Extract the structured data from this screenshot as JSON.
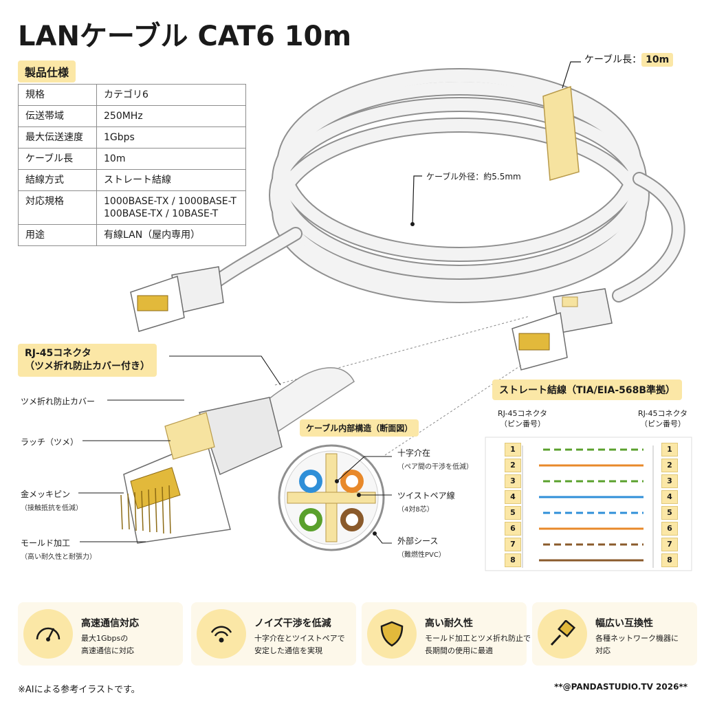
{
  "title": "LANケーブル CAT6 10m",
  "spec": {
    "heading": "製品仕様",
    "rows": [
      {
        "key": "規格",
        "value": "カテゴリ6"
      },
      {
        "key": "伝送帯域",
        "value": "250MHz"
      },
      {
        "key": "最大伝送速度",
        "value": "1Gbps"
      },
      {
        "key": "ケーブル長",
        "value": "10m"
      },
      {
        "key": "結線方式",
        "value": "ストレート結線"
      },
      {
        "key": "対応規格",
        "value": "1000BASE-TX / 1000BASE-T",
        "value2": "100BASE-TX / 10BASE-T"
      },
      {
        "key": "用途",
        "value": "有線LAN（屋内専用）"
      }
    ]
  },
  "cable": {
    "length_label": "ケーブル長：",
    "length_value": "10m",
    "diameter_label": "ケーブル外径：約5.5mm"
  },
  "connector": {
    "heading_line1": "RJ-45コネクタ",
    "heading_line2": "（ツメ折れ防止カバー付き）",
    "callouts": [
      {
        "title": "ツメ折れ防止カバー",
        "sub": ""
      },
      {
        "title": "ラッチ（ツメ）",
        "sub": ""
      },
      {
        "title": "金メッキピン",
        "sub": "（接触抵抗を低減）"
      },
      {
        "title": "モールド加工",
        "sub": "（高い耐久性と耐張力）"
      }
    ]
  },
  "cross_section": {
    "heading": "ケーブル内部構造（断面図）",
    "callouts": [
      {
        "title": "十字介在",
        "sub": "（ペア間の干渉を低減）"
      },
      {
        "title": "ツイストペア線",
        "sub": "（4対8芯）"
      },
      {
        "title": "外部シース",
        "sub": "（難燃性PVC）"
      }
    ]
  },
  "wiring": {
    "heading": "ストレート結線（TIA/EIA-568B準拠）",
    "left_head": [
      "RJ-45コネクタ",
      "（ピン番号）"
    ],
    "right_head": [
      "RJ-45コネクタ",
      "（ピン番号）"
    ],
    "pins": [
      "1",
      "2",
      "3",
      "4",
      "5",
      "6",
      "7",
      "8"
    ],
    "wire_colors": [
      "#5aa02c",
      "#e8892a",
      "#5aa02c",
      "#2f8fd8",
      "#2f8fd8",
      "#e8892a",
      "#8a5a2b",
      "#8a5a2b"
    ],
    "wire_striped": [
      true,
      false,
      true,
      false,
      true,
      false,
      true,
      false
    ]
  },
  "features": [
    {
      "icon": "speedometer-icon",
      "title": "高速通信対応",
      "desc1": "最大1Gbpsの",
      "desc2": "高速通信に対応"
    },
    {
      "icon": "signal-wave-icon",
      "title": "ノイズ干渉を低減",
      "desc1": "十字介在とツイストペアで",
      "desc2": "安定した通信を実現"
    },
    {
      "icon": "shield-icon",
      "title": "高い耐久性",
      "desc1": "モールド加工とツメ折れ防止で",
      "desc2": "長期間の使用に最適"
    },
    {
      "icon": "plug-icon",
      "title": "幅広い互換性",
      "desc1": "各種ネットワーク機器に",
      "desc2": "対応"
    }
  ],
  "footer": {
    "note": "※AIによる参考イラストです。",
    "credit": "**@PANDASTUDIO.TV 2026**"
  },
  "colors": {
    "accent": "#fbe7a6",
    "cable": "#f2f2f2",
    "gold": "#e2b93b"
  }
}
